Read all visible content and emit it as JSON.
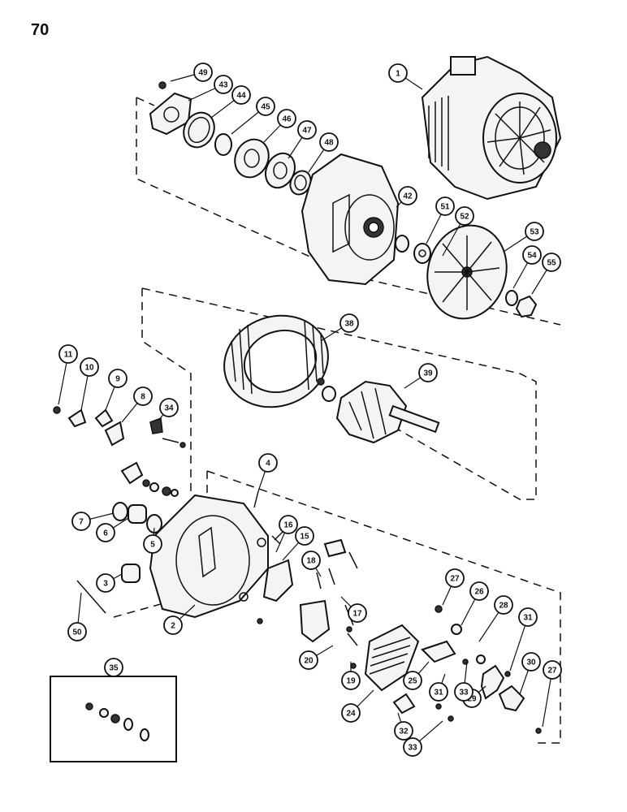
{
  "page_number": "70",
  "callouts": [
    {
      "id": "c1",
      "label": "1"
    },
    {
      "id": "c2",
      "label": "2"
    },
    {
      "id": "c3",
      "label": "3"
    },
    {
      "id": "c4",
      "label": "4"
    },
    {
      "id": "c5",
      "label": "5"
    },
    {
      "id": "c6",
      "label": "6"
    },
    {
      "id": "c7",
      "label": "7"
    },
    {
      "id": "c8",
      "label": "8"
    },
    {
      "id": "c9",
      "label": "9"
    },
    {
      "id": "c10",
      "label": "10"
    },
    {
      "id": "c11",
      "label": "11"
    },
    {
      "id": "c15",
      "label": "15"
    },
    {
      "id": "c16",
      "label": "16"
    },
    {
      "id": "c17",
      "label": "17"
    },
    {
      "id": "c18",
      "label": "18"
    },
    {
      "id": "c19",
      "label": "19"
    },
    {
      "id": "c20",
      "label": "20"
    },
    {
      "id": "c24",
      "label": "24"
    },
    {
      "id": "c25",
      "label": "25"
    },
    {
      "id": "c26",
      "label": "26"
    },
    {
      "id": "c27a",
      "label": "27"
    },
    {
      "id": "c27b",
      "label": "27"
    },
    {
      "id": "c28",
      "label": "28"
    },
    {
      "id": "c29",
      "label": "29"
    },
    {
      "id": "c30",
      "label": "30"
    },
    {
      "id": "c31a",
      "label": "31"
    },
    {
      "id": "c31b",
      "label": "31"
    },
    {
      "id": "c32",
      "label": "32"
    },
    {
      "id": "c33a",
      "label": "33"
    },
    {
      "id": "c33b",
      "label": "33"
    },
    {
      "id": "c34",
      "label": "34"
    },
    {
      "id": "c35",
      "label": "35"
    },
    {
      "id": "c38",
      "label": "38"
    },
    {
      "id": "c39",
      "label": "39"
    },
    {
      "id": "c42",
      "label": "42"
    },
    {
      "id": "c43",
      "label": "43"
    },
    {
      "id": "c44",
      "label": "44"
    },
    {
      "id": "c45",
      "label": "45"
    },
    {
      "id": "c46",
      "label": "46"
    },
    {
      "id": "c47",
      "label": "47"
    },
    {
      "id": "c48",
      "label": "48"
    },
    {
      "id": "c49",
      "label": "49"
    },
    {
      "id": "c50",
      "label": "50"
    },
    {
      "id": "c51",
      "label": "51"
    },
    {
      "id": "c52",
      "label": "52"
    },
    {
      "id": "c53",
      "label": "53"
    },
    {
      "id": "c54",
      "label": "54"
    },
    {
      "id": "c55",
      "label": "55"
    }
  ]
}
